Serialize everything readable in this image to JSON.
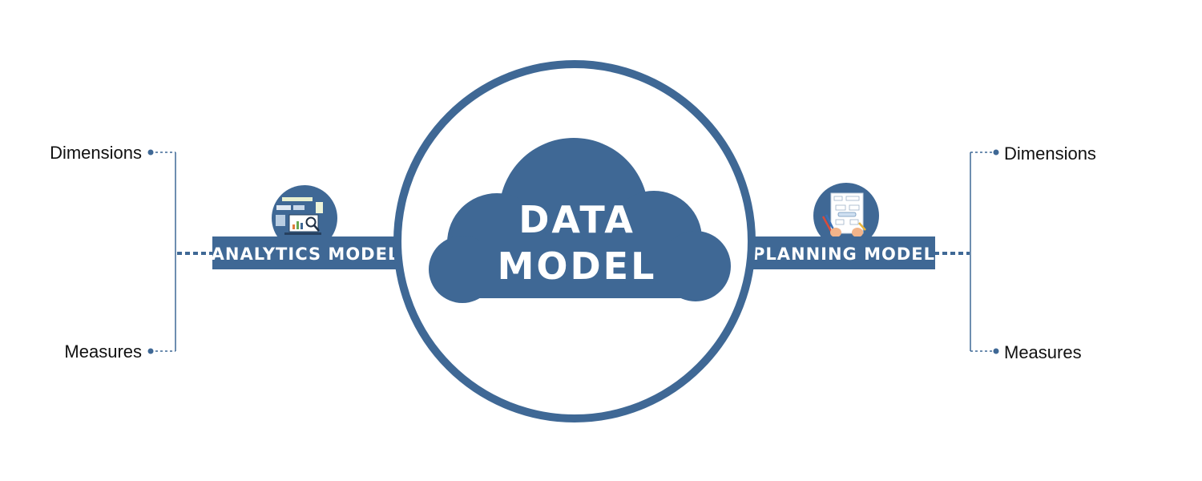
{
  "colors": {
    "primary": "#3f6895",
    "white": "#ffffff",
    "text": "#111111"
  },
  "center": {
    "line1": "DATA",
    "line2": "MODEL"
  },
  "left": {
    "label": "ANALYTICS MODEL",
    "icon": "analytics-dashboard-icon",
    "items": [
      "Dimensions",
      "Measures"
    ]
  },
  "right": {
    "label": "PLANNING MODEL",
    "icon": "planning-document-icon",
    "items": [
      "Dimensions",
      "Measures"
    ]
  }
}
